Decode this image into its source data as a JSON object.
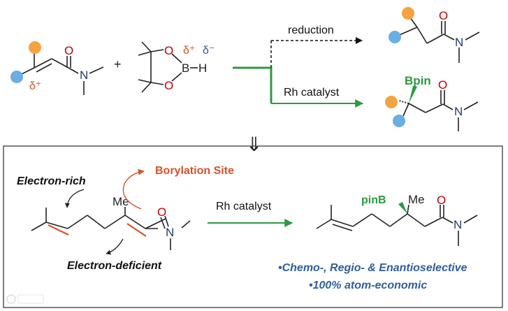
{
  "colors": {
    "bond": "#222222",
    "oxygen": "#c00000",
    "nitrogen": "#1f3b73",
    "delta_plus": "#d2502a",
    "delta_minus": "#2e5a9a",
    "orange_substituent": "#f4a340",
    "blue_substituent": "#6aaee2",
    "green": "#2c9a3f",
    "borylation_site": "#d9502a",
    "highlight_blue": "#2f5f9a",
    "box_border": "#555555"
  },
  "top_scheme": {
    "plus": "+",
    "reactant_delta": "δ⁺",
    "pinb_h": {
      "O_top": "O",
      "O_bottom": "O",
      "B": "B",
      "H": "H",
      "delta_plus": "δ⁺",
      "delta_minus": "δ⁻"
    },
    "amide": {
      "O": "O",
      "N": "N"
    },
    "upper_arrow_label": "reduction",
    "lower_arrow_label": "Rh catalyst",
    "product_bpin": "Bpin"
  },
  "arrow_down_symbol": "⇓",
  "box": {
    "electron_rich": "Electron-rich",
    "electron_deficient": "Electron-deficient",
    "borylation_site": "Borylation Site",
    "me": "Me",
    "arrow_label": "Rh catalyst",
    "product_pinb": "pinB",
    "product_me": "Me",
    "amide": {
      "O": "O",
      "N": "N"
    },
    "bullet1": "•Chemo-, Regio- & Enantioselective",
    "bullet2": "•100% atom-economic"
  },
  "watermark_icon": "watermark-logo-icon"
}
